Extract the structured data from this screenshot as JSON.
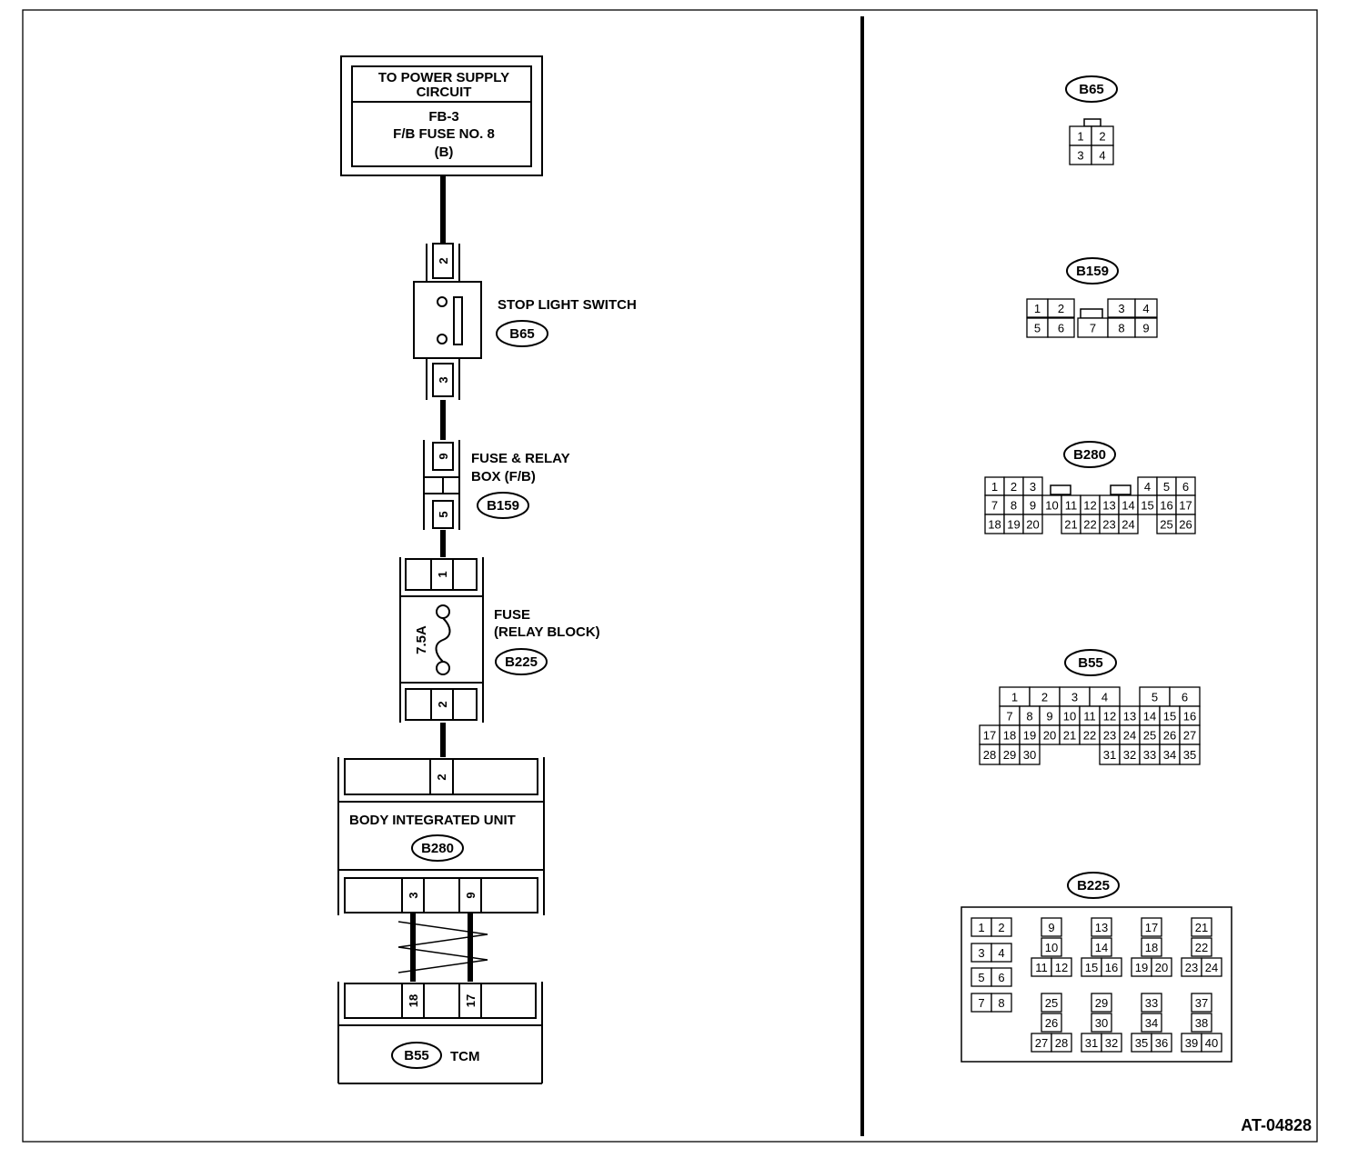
{
  "figure_id": "AT-04828",
  "power_box": {
    "line1": "TO POWER SUPPLY",
    "line2": "CIRCUIT",
    "line3": "FB-3",
    "line4": "F/B FUSE NO. 8",
    "line5": "(B)"
  },
  "stop_light_switch": {
    "label": "STOP LIGHT SWITCH",
    "code": "B65",
    "pin_in": "2",
    "pin_out": "3"
  },
  "fuse_relay_box": {
    "line1": "FUSE & RELAY",
    "line2": "BOX (F/B)",
    "code": "B159",
    "pin_in": "9",
    "pin_out": "5"
  },
  "fuse": {
    "line1": "FUSE",
    "line2": "(RELAY BLOCK)",
    "code": "B225",
    "rating": "7.5A",
    "pin_in": "1",
    "pin_out": "2"
  },
  "body_unit": {
    "label": "BODY INTEGRATED UNIT",
    "code": "B280",
    "pin_in": "2",
    "pin_a": "3",
    "pin_b": "9"
  },
  "tcm": {
    "label": "TCM",
    "code": "B55",
    "pin_a": "18",
    "pin_b": "17"
  },
  "connectors": {
    "b65": {
      "code": "B65",
      "pins": [
        "1",
        "2",
        "3",
        "4"
      ]
    },
    "b159": {
      "code": "B159",
      "pins": [
        "1",
        "2",
        "3",
        "4",
        "5",
        "6",
        "7",
        "8",
        "9"
      ]
    },
    "b280": {
      "code": "B280",
      "pins": [
        "1",
        "2",
        "3",
        "4",
        "5",
        "6",
        "7",
        "8",
        "9",
        "10",
        "11",
        "12",
        "13",
        "14",
        "15",
        "16",
        "17",
        "18",
        "19",
        "20",
        "21",
        "22",
        "23",
        "24",
        "25",
        "26"
      ]
    },
    "b55": {
      "code": "B55",
      "pins": [
        "1",
        "2",
        "3",
        "4",
        "5",
        "6",
        "7",
        "8",
        "9",
        "10",
        "11",
        "12",
        "13",
        "14",
        "15",
        "16",
        "17",
        "18",
        "19",
        "20",
        "21",
        "22",
        "23",
        "24",
        "25",
        "26",
        "27",
        "28",
        "29",
        "30",
        "31",
        "32",
        "33",
        "34",
        "35"
      ]
    },
    "b225": {
      "code": "B225",
      "pins": [
        "1",
        "2",
        "3",
        "4",
        "5",
        "6",
        "7",
        "8",
        "9",
        "10",
        "11",
        "12",
        "13",
        "14",
        "15",
        "16",
        "17",
        "18",
        "19",
        "20",
        "21",
        "22",
        "23",
        "24",
        "25",
        "26",
        "27",
        "28",
        "29",
        "30",
        "31",
        "32",
        "33",
        "34",
        "35",
        "36",
        "37",
        "38",
        "39",
        "40"
      ]
    }
  }
}
